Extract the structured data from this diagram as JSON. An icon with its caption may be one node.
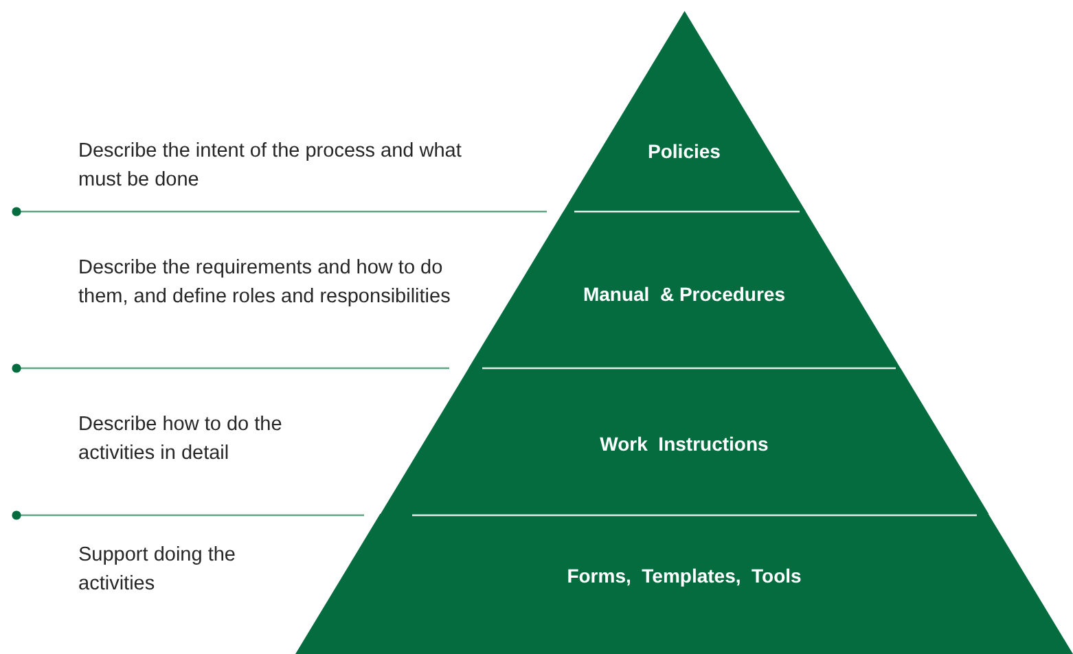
{
  "diagram": {
    "nodes": [
      {
        "text": [
          "Policies"
        ]
      },
      {
        "text": [
          "Manual  & Procedures"
        ]
      },
      {
        "text": [
          "Work  Instructions"
        ]
      },
      {
        "text": [
          "Forms,  Templates,  Tools"
        ]
      }
    ],
    "labels": [
      "Describe the intent of the process and what must be done",
      "Describe the requirements and how to do them, and define roles and responsibilities",
      "Describe how to do the activities in detail",
      "Support doing the activities"
    ]
  }
}
